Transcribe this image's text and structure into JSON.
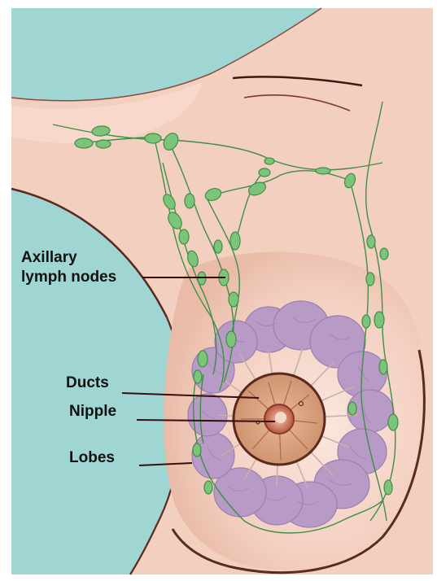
{
  "labels": {
    "axillary_line1": "Axillary",
    "axillary_line2": "lymph nodes",
    "ducts": "Ducts",
    "nipple": "Nipple",
    "lobes": "Lobes"
  },
  "colors": {
    "background": "#9fd6d4",
    "skin": "#f3cfc0",
    "skin_light": "#f9e0d6",
    "skin_shadow": "#e6b7a3",
    "outline": "#5a2a1e",
    "lobe": "#b79ac6",
    "lobe_dark": "#9a7fb0",
    "lymph_node": "#7cc47a",
    "lymph_vessel": "#3f8f45",
    "areola": "#d9a07c",
    "nipple": "#c2644e",
    "leader_line": "#3a0d0d"
  },
  "icons": {
    "lymph": "lymph-node-icon",
    "lobe": "lobe-icon",
    "nipple": "nipple-icon"
  }
}
